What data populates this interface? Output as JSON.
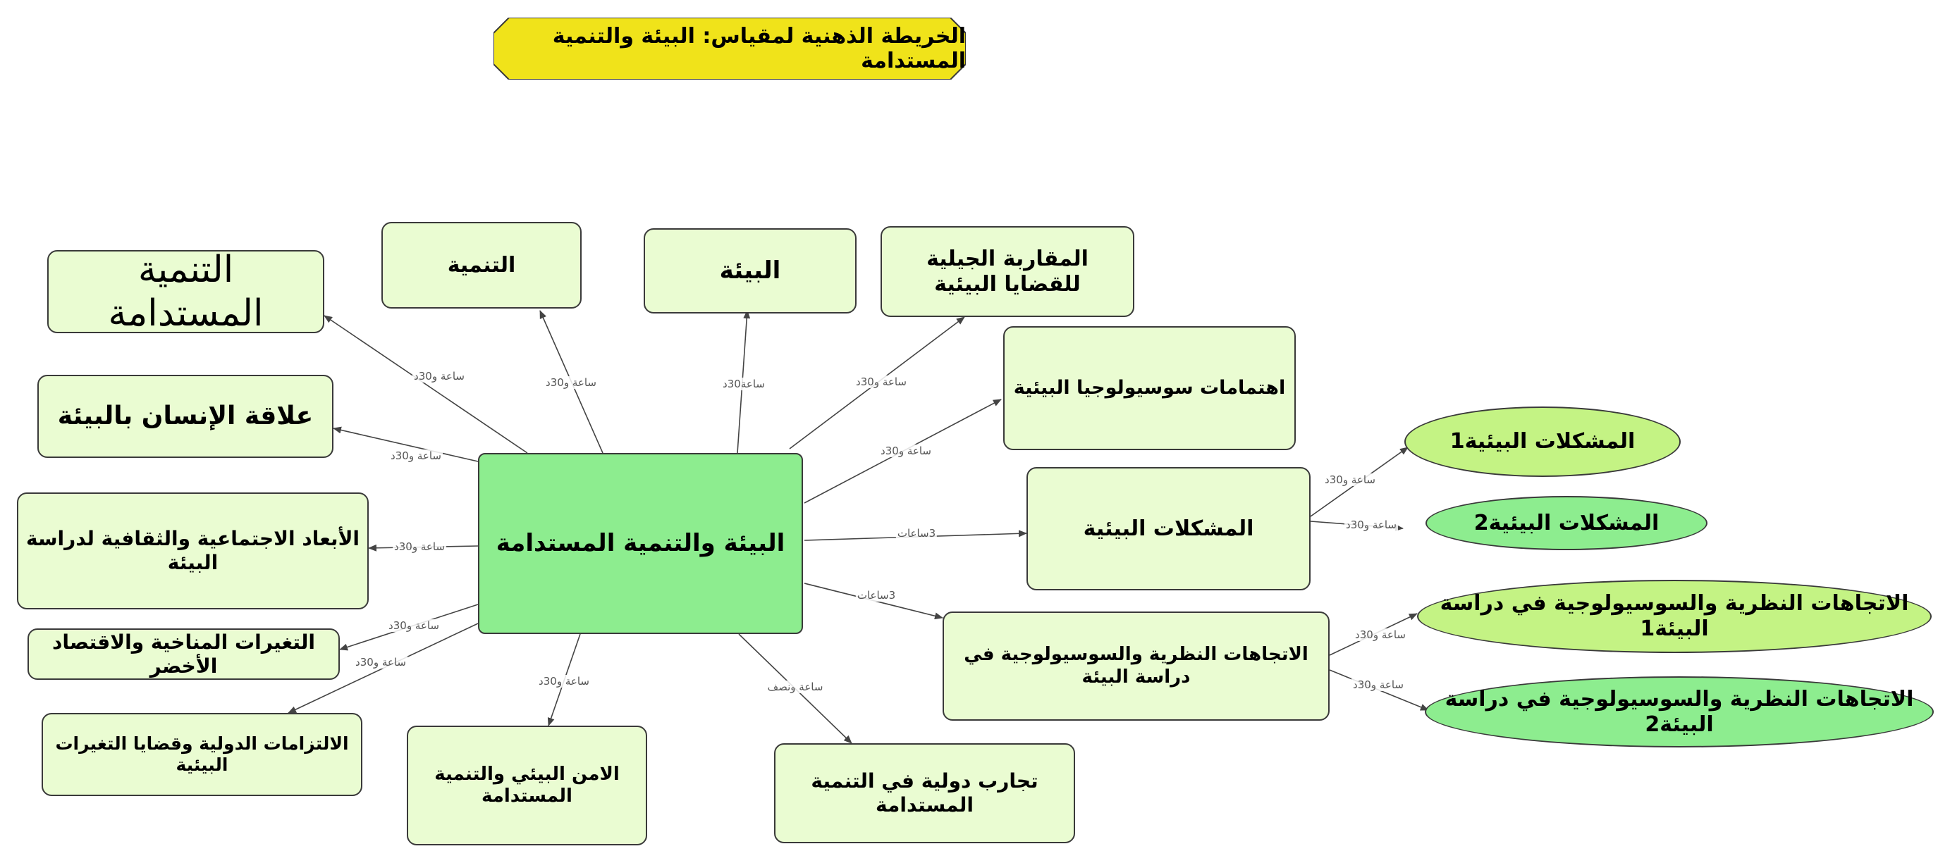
{
  "title": "الخريطة الذهنية لمقياس: البيئة والتنمية المستدامة",
  "colors": {
    "title_fill": "#f0e31a",
    "center_fill": "#8ded8f",
    "node_fill": "#eafcd2",
    "oval_lime": "#c4f384",
    "oval_green": "#8ded8f",
    "edge": "#444444"
  },
  "center": "البيئة والتنمية المستدامة",
  "nodes": [
    {
      "id": "n1",
      "label": "التنمية المستدامة"
    },
    {
      "id": "n2",
      "label": "التنمية"
    },
    {
      "id": "n3",
      "label": "البيئة"
    },
    {
      "id": "n4",
      "label": "المقاربة الجيلية  للقضايا البيئية"
    },
    {
      "id": "n5",
      "label": "علاقة الإنسان بالبيئة"
    },
    {
      "id": "n6",
      "label": "اهتمامات سوسيولوجيا البيئية"
    },
    {
      "id": "n7",
      "label": "الأبعاد الاجتماعية والثقافية لدراسة البيئة"
    },
    {
      "id": "n8",
      "label": "المشكلات البيئية"
    },
    {
      "id": "n9",
      "label": "التغيرات المناخية والاقتصاد الأخضر"
    },
    {
      "id": "n10",
      "label": "الاتجاهات النظرية والسوسيولوجية في دراسة البيئة"
    },
    {
      "id": "n11",
      "label": "الالتزامات الدولية وقضايا التغيرات البيئية"
    },
    {
      "id": "n12",
      "label": "الامن البيئي والتنمية المستدامة"
    },
    {
      "id": "n13",
      "label": "تجارب دولية في التنمية المستدامة"
    }
  ],
  "subnodes": [
    {
      "id": "s1",
      "label": "المشكلات البيئية1"
    },
    {
      "id": "s2",
      "label": "المشكلات البيئية2"
    },
    {
      "id": "s3",
      "label": "الاتجاهات النظرية والسوسيولوجية في دراسة البيئة1"
    },
    {
      "id": "s4",
      "label": "الاتجاهات النظرية والسوسيولوجية في دراسة البيئة2"
    }
  ],
  "edges": [
    {
      "from": "center",
      "to": "n1",
      "label": "ساعة و30د"
    },
    {
      "from": "center",
      "to": "n2",
      "label": "ساعة و30د"
    },
    {
      "from": "center",
      "to": "n3",
      "label": "ساعة30د"
    },
    {
      "from": "center",
      "to": "n4",
      "label": "ساعة و30د"
    },
    {
      "from": "center",
      "to": "n5",
      "label": "ساعة و30د"
    },
    {
      "from": "center",
      "to": "n6",
      "label": "ساعة و30د"
    },
    {
      "from": "center",
      "to": "n7",
      "label": "ساعة و30د"
    },
    {
      "from": "center",
      "to": "n8",
      "label": "3ساعات"
    },
    {
      "from": "center",
      "to": "n9",
      "label": "ساعة و30د"
    },
    {
      "from": "center",
      "to": "n10",
      "label": "3ساعات"
    },
    {
      "from": "center",
      "to": "n11",
      "label": "ساعة و30د"
    },
    {
      "from": "center",
      "to": "n12",
      "label": "ساعة و30د"
    },
    {
      "from": "center",
      "to": "n13",
      "label": "ساعة ونصف"
    },
    {
      "from": "n8",
      "to": "s1",
      "label": "ساعة و30د"
    },
    {
      "from": "n8",
      "to": "s2",
      "label": "ساعة و30د"
    },
    {
      "from": "n10",
      "to": "s3",
      "label": "ساعة و30د"
    },
    {
      "from": "n10",
      "to": "s4",
      "label": "ساعة و30د"
    }
  ]
}
